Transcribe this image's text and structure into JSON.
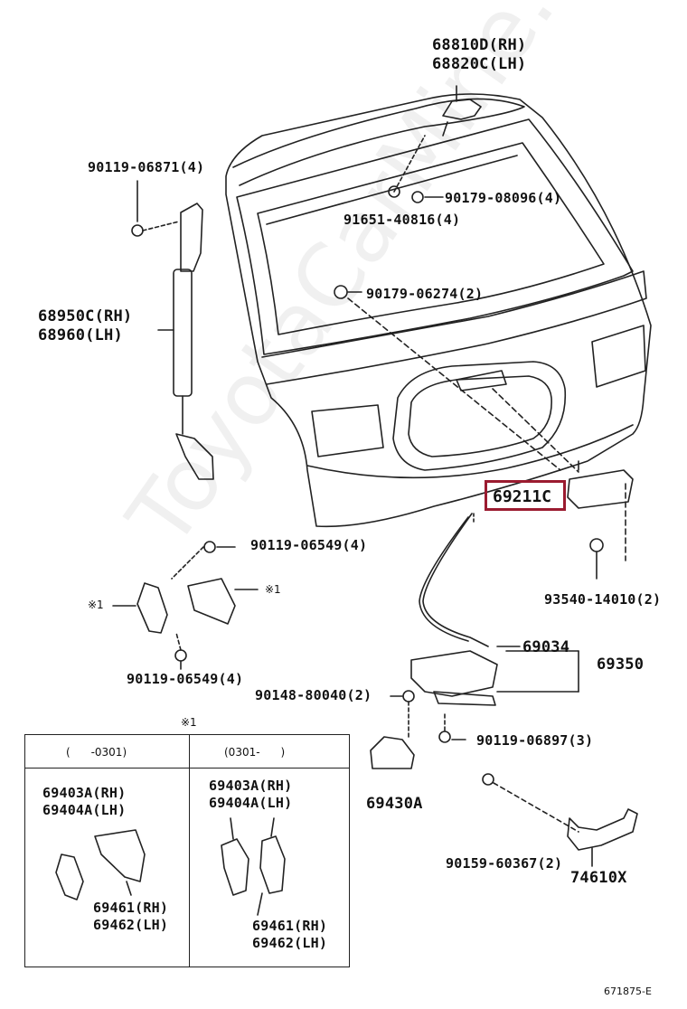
{
  "labels": {
    "hinge": [
      "68810D(RH)",
      "68820C(LH)"
    ],
    "bolt_90119_06871": "90119-06871(4)",
    "bolt_90179_08096": "90179-08096(4)",
    "bolt_91651_40816": "91651-40816(4)",
    "bolt_90179_06274": "90179-06274(2)",
    "damper": [
      "68950C(RH)",
      "68960(LH)"
    ],
    "highlight": "69211C",
    "bolt_90119_06549_top": "90119-06549(4)",
    "bolt_93540_14010": "93540-14010(2)",
    "mark_1_left": "※1",
    "mark_1_right": "※1",
    "part_69034": "69034",
    "part_69350": "69350",
    "bolt_90119_06549_bottom": "90119-06549(4)",
    "bolt_90148_80040": "90148-80040(2)",
    "bolt_90119_06897": "90119-06897(3)",
    "part_69430A": "69430A",
    "bolt_90159_60367": "90159-60367(2)",
    "part_74610X": "74610X",
    "drawing_number": "671875-E"
  },
  "inset": {
    "mark": "※1",
    "header_left": "(      -0301)",
    "header_right": "(0301-      )",
    "left_top": [
      "69403A(RH)",
      "69404A(LH)"
    ],
    "left_bottom": [
      "69461(RH)",
      "69462(LH)"
    ],
    "right_top": [
      "69403A(RH)",
      "69404A(LH)"
    ],
    "right_bottom": [
      "69461(RH)",
      "69462(LH)"
    ]
  },
  "watermark": "ToyotaCarMine.ru",
  "colors": {
    "highlight_border": "#9b1b30",
    "line": "#222222"
  }
}
